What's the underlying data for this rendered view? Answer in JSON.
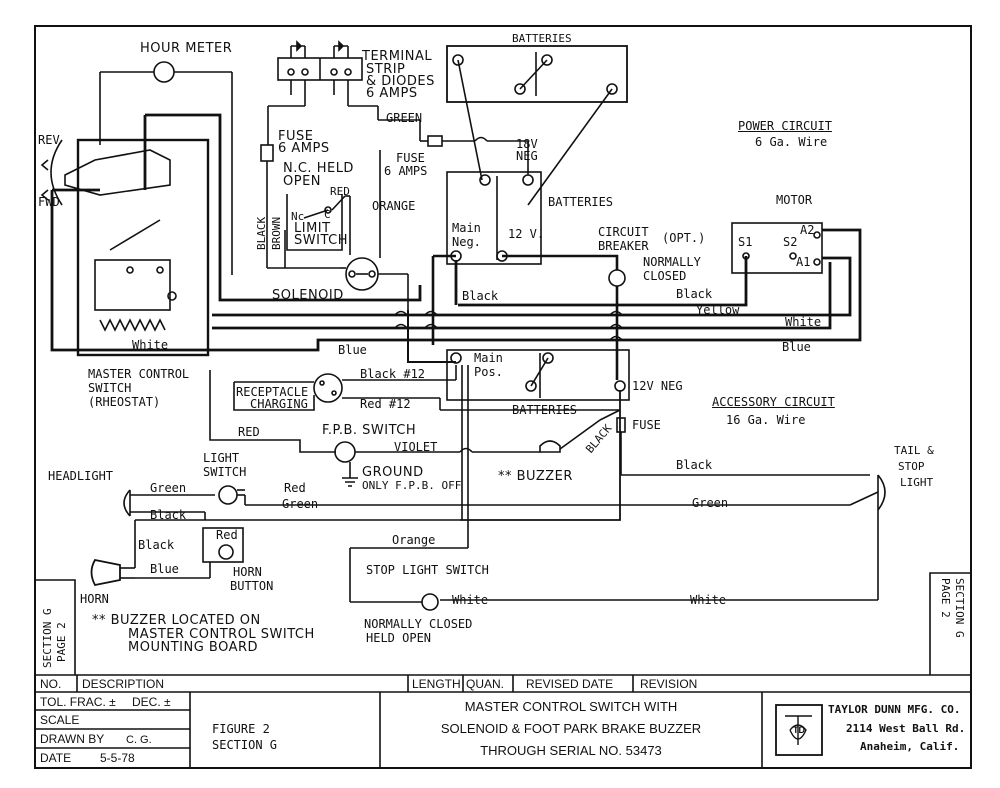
{
  "labels": {
    "hour_meter": "HOUR METER",
    "terminal_strip": [
      "TERMINAL",
      "STRIP",
      "& DIODES",
      "6 AMPS"
    ],
    "batteries_top": "BATTERIES",
    "green_wire": "GREEN",
    "fuse1": [
      "FUSE",
      "6 AMPS"
    ],
    "fuse2": [
      "FUSE",
      "6 AMPS"
    ],
    "neg18v": [
      "18V",
      "NEG"
    ],
    "rev": "REV",
    "fwd": "FWD",
    "nc_held_open": [
      "N.C. HELD",
      "OPEN"
    ],
    "red1": "RED",
    "nc": "Nc",
    "c": "C",
    "limit_switch": [
      "LIMIT",
      "SWITCH"
    ],
    "black_vert": "BLACK",
    "brown_vert": "BROWN",
    "orange1": "ORANGE",
    "solenoid": "SOLENOID",
    "main_neg": [
      "Main",
      "Neg."
    ],
    "v12_top": "12 V.",
    "batteries_mid": "BATTERIES",
    "circuit_breaker": [
      "CIRCUIT",
      "BREAKER"
    ],
    "opt": "(OPT.)",
    "normally_closed_cb": [
      "NORMALLY",
      "CLOSED"
    ],
    "power_circuit": "POWER CIRCUIT",
    "ga6": "6 Ga. Wire",
    "motor": "MOTOR",
    "s1": "S1",
    "s2": "S2",
    "a1": "A1",
    "a2": "A2",
    "black_motor": "Black",
    "black_main": "Black",
    "yellow": "Yellow",
    "white_motor": "White",
    "blue_motor": "Blue",
    "white_msw": "White",
    "blue_mid": "Blue",
    "master_control_switch": [
      "MASTER CONTROL",
      "SWITCH",
      "(RHEOSTAT)"
    ],
    "receptacle": [
      "RECEPTACLE",
      "CHARGING"
    ],
    "black12": "Black #12",
    "red12": "Red #12",
    "main_pos": [
      "Main",
      "Pos."
    ],
    "batteries_low": "BATTERIES",
    "v12_neg": "12V NEG",
    "black_diag": "BLACK",
    "fuse3": "FUSE",
    "accessory_circuit": "ACCESSORY CIRCUIT",
    "ga16": "16 Ga. Wire",
    "red2": "RED",
    "fpb_switch": "F.P.B. SWITCH",
    "violet": "VIOLET",
    "ground": [
      "GROUND",
      "ONLY F.P.B. OFF"
    ],
    "buzzer": "** BUZZER",
    "headlight": "HEADLIGHT",
    "light_switch": [
      "LIGHT",
      "SWITCH"
    ],
    "green_hl": "Green",
    "red_hl": "Red",
    "black_hl": "Black",
    "green_hl2": "Green",
    "black_acc": "Black",
    "green_acc": "Green",
    "tail_stop": [
      "TAIL &",
      "STOP",
      "LIGHT"
    ],
    "black_horn": "Black",
    "red_horn": "Red",
    "blue_horn": "Blue",
    "horn_button": [
      "HORN",
      "BUTTON"
    ],
    "horn": "HORN",
    "orange2": "Orange",
    "stop_light_switch": "STOP LIGHT SWITCH",
    "white_stop1": "White",
    "white_stop2": "White",
    "normally_closed_held_open": [
      "NORMALLY CLOSED",
      "HELD OPEN"
    ],
    "buzzer_note": [
      "** BUZZER LOCATED ON",
      "MASTER CONTROL SWITCH",
      "MOUNTING BOARD"
    ],
    "section_left": [
      "SECTION G",
      "PAGE 2"
    ],
    "section_right": [
      "SECTION G",
      "PAGE 2"
    ]
  },
  "title_block": {
    "no": "NO.",
    "description": "DESCRIPTION",
    "length": "LENGTH",
    "quan": "QUAN.",
    "revised_date": "REVISED DATE",
    "revision": "REVISION",
    "tol": "TOL. FRAC. ±",
    "dec": "DEC. ±",
    "scale": "SCALE",
    "drawn_by": "DRAWN BY",
    "drawn_by_value": "C. G.",
    "date": "DATE",
    "date_value": "5-5-78",
    "figure": "FIGURE 2",
    "section": "SECTION G",
    "title_line1": "MASTER CONTROL SWITCH WITH",
    "title_line2": "SOLENOID & FOOT PARK BRAKE BUZZER",
    "title_line3": "THROUGH SERIAL NO. 53473",
    "company": "TAYLOR DUNN MFG. CO.",
    "address1": "2114 West Ball Rd.",
    "address2": "Anaheim, Calif.",
    "logo_letters": "TD"
  }
}
